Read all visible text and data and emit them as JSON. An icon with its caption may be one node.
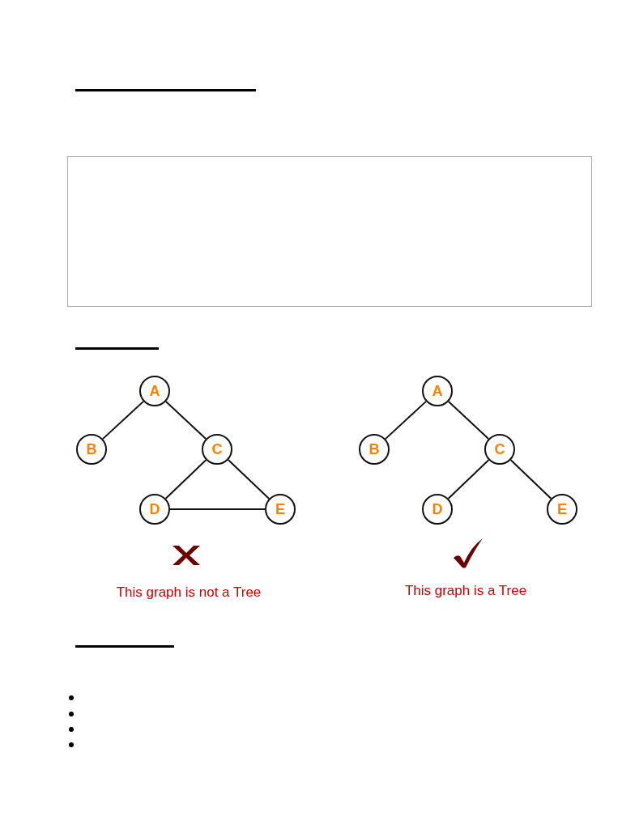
{
  "diagram": {
    "nodes": [
      {
        "text": [
          "A"
        ]
      },
      {
        "text": [
          "B"
        ]
      },
      {
        "text": [
          "C"
        ]
      },
      {
        "text": [
          "D"
        ]
      },
      {
        "text": [
          "E"
        ]
      },
      {
        "text": [
          "A"
        ]
      },
      {
        "text": [
          "B"
        ]
      },
      {
        "text": [
          "C"
        ]
      },
      {
        "text": [
          "D"
        ]
      },
      {
        "text": [
          "E"
        ]
      }
    ],
    "edges": [
      {
        "from": 0,
        "to": 1,
        "arrow": "none"
      },
      {
        "from": 0,
        "to": 2,
        "arrow": "none"
      },
      {
        "from": 2,
        "to": 3,
        "arrow": "none"
      },
      {
        "from": 2,
        "to": 4,
        "arrow": "none"
      },
      {
        "from": 3,
        "to": 4,
        "arrow": "none"
      },
      {
        "from": 5,
        "to": 6,
        "arrow": "none"
      },
      {
        "from": 5,
        "to": 7,
        "arrow": "none"
      },
      {
        "from": 7,
        "to": 8,
        "arrow": "none"
      },
      {
        "from": 7,
        "to": 9,
        "arrow": "none"
      }
    ],
    "labels": [
      "This graph is not a Tree",
      "This graph is a Tree"
    ]
  }
}
